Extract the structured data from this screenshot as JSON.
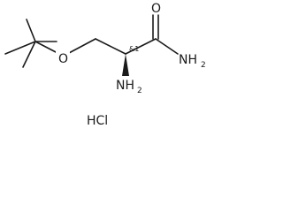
{
  "molecule": {
    "atoms": {
      "ether_oxygen": "O",
      "carbonyl_oxygen": "O",
      "amide_nitrogen": "NH",
      "amide_nitrogen_subscript": "2",
      "amine_nitrogen": "NH",
      "amine_nitrogen_subscript": "2"
    },
    "stereo_label": "&1",
    "salt": "HCl",
    "bond_color": "#1a1a1a"
  }
}
